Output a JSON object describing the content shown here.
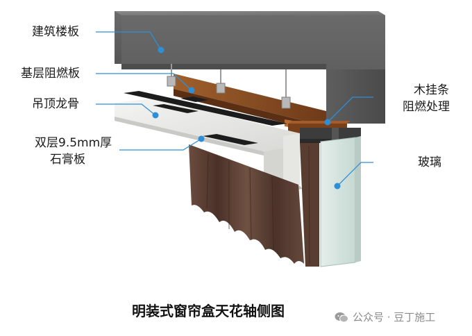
{
  "labels": {
    "floor_slab": "建筑楼板",
    "base_board": "基层阻燃板",
    "ceiling_keel": "吊顶龙骨",
    "gypsum_line1": "双层9.5mm厚",
    "gypsum_line2": "石膏板",
    "wood_strip_line1": "木挂条",
    "wood_strip_line2": "阻燃处理",
    "glass": "玻璃"
  },
  "caption": "明装式窗帘盒天花轴侧图",
  "watermark": {
    "text": "公众号 · 豆丁施工",
    "icon": "wechat-icon"
  },
  "colors": {
    "concrete": "#6e6e6e",
    "wood": "#8a4d22",
    "keel": "#1f1f1f",
    "gypsum": "#e9e9e7",
    "curtain": "#5b3f33",
    "glass": "#d6e4e0",
    "leader": "#2e8fd6"
  }
}
